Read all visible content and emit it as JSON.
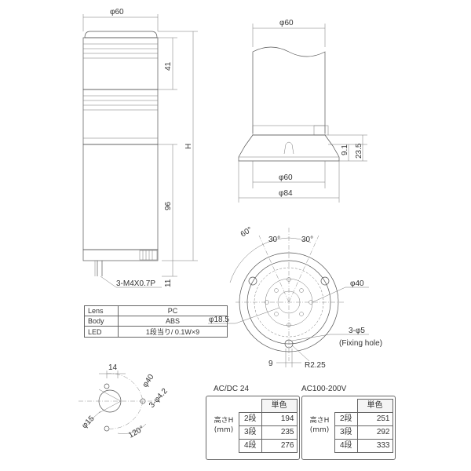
{
  "dims": {
    "d60_front": "φ60",
    "d41": "41",
    "h": "H",
    "d96": "96",
    "d11": "11",
    "mount_screw": "3-M4X0.7P",
    "d60_side": "φ60",
    "d9_1": "9.1",
    "d23_5": "23.5",
    "d60_base": "φ60",
    "d84": "φ84",
    "ang60": "60°",
    "ang30a": "30°",
    "ang30b": "30°",
    "d40_top": "φ40",
    "d18_5": "φ18.5",
    "holes": "3-φ5",
    "fixing_hole": "(Fixing hole)",
    "d9": "9",
    "r2_25": "R2.25",
    "d14": "14",
    "d40_cut": "φ40",
    "holes_cut": "3-φ4.2",
    "d15": "φ15",
    "ang120": "120°"
  },
  "spec_table": [
    {
      "key": "Lens",
      "value": "PC"
    },
    {
      "key": "Body",
      "value": "ABS"
    },
    {
      "key": "LED",
      "value": "1段当り/ 0.1W×9"
    }
  ],
  "height_tables": [
    {
      "caption": "AC/DC 24",
      "row_label": "高さH\n(mm)",
      "header": "単色",
      "rows": [
        {
          "tier": "2段",
          "value": "194"
        },
        {
          "tier": "3段",
          "value": "235"
        },
        {
          "tier": "4段",
          "value": "276"
        }
      ]
    },
    {
      "caption": "AC100-200V",
      "row_label": "高さH\n(mm)",
      "header": "単色",
      "rows": [
        {
          "tier": "2段",
          "value": "251"
        },
        {
          "tier": "3段",
          "value": "292"
        },
        {
          "tier": "4段",
          "value": "333"
        }
      ]
    }
  ],
  "colors": {
    "red_tier": "#f6e6e0",
    "green_tier": "#e3f0e6",
    "body": "#ffffff",
    "line": "#555555"
  }
}
